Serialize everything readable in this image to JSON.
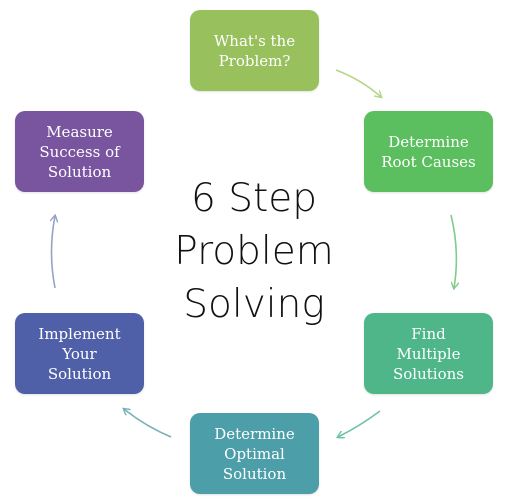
{
  "title": "6 Step\nProblem\nSolving",
  "steps": [
    {
      "label": "What's the\nProblem?",
      "color": "#98c15e"
    },
    {
      "label": "Determine\nRoot Causes",
      "color": "#5bbf5f"
    },
    {
      "label": "Find\nMultiple\nSolutions",
      "color": "#4fb68a"
    },
    {
      "label": "Determine\nOptimal\nSolution",
      "color": "#4c9ea8"
    },
    {
      "label": "Implement\nYour\nSolution",
      "color": "#5060a8"
    },
    {
      "label": "Measure\nSuccess of\nSolution",
      "color": "#7a559f"
    }
  ],
  "arrows": [
    {
      "from": 1,
      "to": 2,
      "color": "#b4d58a"
    },
    {
      "from": 2,
      "to": 3,
      "color": "#7fcd8a"
    },
    {
      "from": 3,
      "to": 4,
      "color": "#6fc3a6"
    },
    {
      "from": 4,
      "to": 5,
      "color": "#79b0b8"
    },
    {
      "from": 5,
      "to": 6,
      "color": "#96a3c8"
    }
  ]
}
